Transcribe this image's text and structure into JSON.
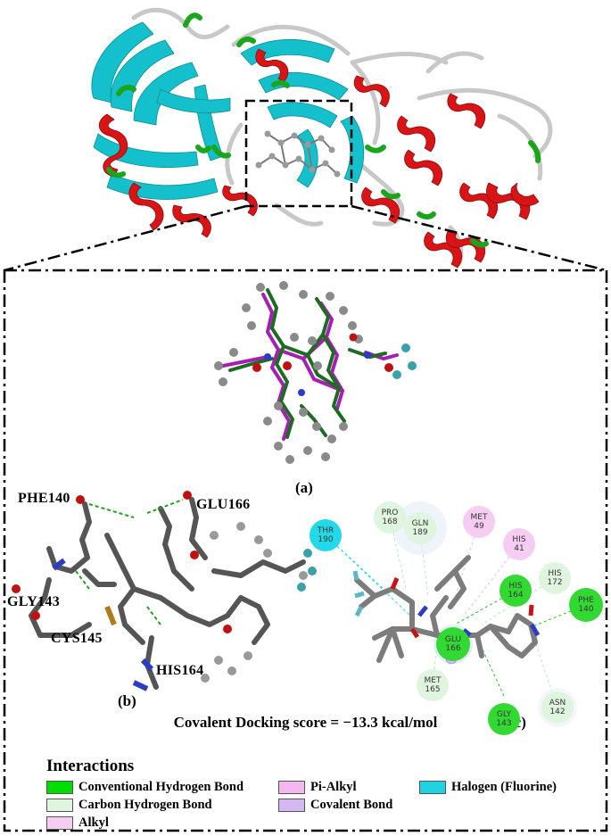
{
  "panels": {
    "a": "(a)",
    "b": "(b)",
    "c": "(c)"
  },
  "residues_b": {
    "phe140": "PHE140",
    "glu166": "GLU166",
    "gly143": "GLY143",
    "cys145": "CYS145",
    "his164": "HIS164"
  },
  "nodes_c": [
    {
      "id": "thr190",
      "line1": "THR",
      "line2": "190",
      "type": "Halogen (Fluorine)",
      "color": "#21d9e8"
    },
    {
      "id": "pro168",
      "line1": "PRO",
      "line2": "168",
      "type": "Carbon Hydrogen Bond",
      "color": "#dff5df"
    },
    {
      "id": "gln189",
      "line1": "GLN",
      "line2": "189",
      "type": "Carbon Hydrogen Bond",
      "color": "#dff5df"
    },
    {
      "id": "met49",
      "line1": "MET",
      "line2": "49",
      "type": "Alkyl",
      "color": "#f6cdf2"
    },
    {
      "id": "his41",
      "line1": "HIS",
      "line2": "41",
      "type": "Alkyl",
      "color": "#f6cdf2"
    },
    {
      "id": "his172",
      "line1": "HIS",
      "line2": "172",
      "type": "Carbon Hydrogen Bond",
      "color": "#dff5df"
    },
    {
      "id": "his164",
      "line1": "HIS",
      "line2": "164",
      "type": "Conventional Hydrogen Bond",
      "color": "#33d933"
    },
    {
      "id": "phe140",
      "line1": "PHE",
      "line2": "140",
      "type": "Conventional Hydrogen Bond",
      "color": "#33d933"
    },
    {
      "id": "glu166",
      "line1": "GLU",
      "line2": "166",
      "type": "Conventional Hydrogen Bond",
      "color": "#33d933"
    },
    {
      "id": "met165",
      "line1": "MET",
      "line2": "165",
      "type": "Carbon Hydrogen Bond",
      "color": "#dff5df"
    },
    {
      "id": "gly143",
      "line1": "GLY",
      "line2": "143",
      "type": "Conventional Hydrogen Bond",
      "color": "#33d933"
    },
    {
      "id": "asn142",
      "line1": "ASN",
      "line2": "142",
      "type": "Carbon Hydrogen Bond",
      "color": "#dff5df"
    }
  ],
  "score_text": "Covalent Docking score = −13.3 kcal/mol",
  "legend": {
    "title": "Interactions",
    "items": [
      {
        "label": "Conventional Hydrogen Bond",
        "color": "#00dd00"
      },
      {
        "label": "Carbon Hydrogen Bond",
        "color": "#dff5df"
      },
      {
        "label": "Alkyl",
        "color": "#f6cdf2"
      },
      {
        "label": "Pi-Alkyl",
        "color": "#f4b8ee"
      },
      {
        "label": "Covalent Bond",
        "color": "#d4b8f2"
      },
      {
        "label": "Halogen (Fluorine)",
        "color": "#1fd3e3"
      }
    ]
  },
  "colors": {
    "helix": "#d81416",
    "sheet": "#14c0cc",
    "coil": "#c9c9c9",
    "turn": "#1aa61a",
    "ligand_green": "#1f6b24",
    "ligand_magenta": "#a51fb3",
    "ligand_grey": "#8a8a8a"
  }
}
